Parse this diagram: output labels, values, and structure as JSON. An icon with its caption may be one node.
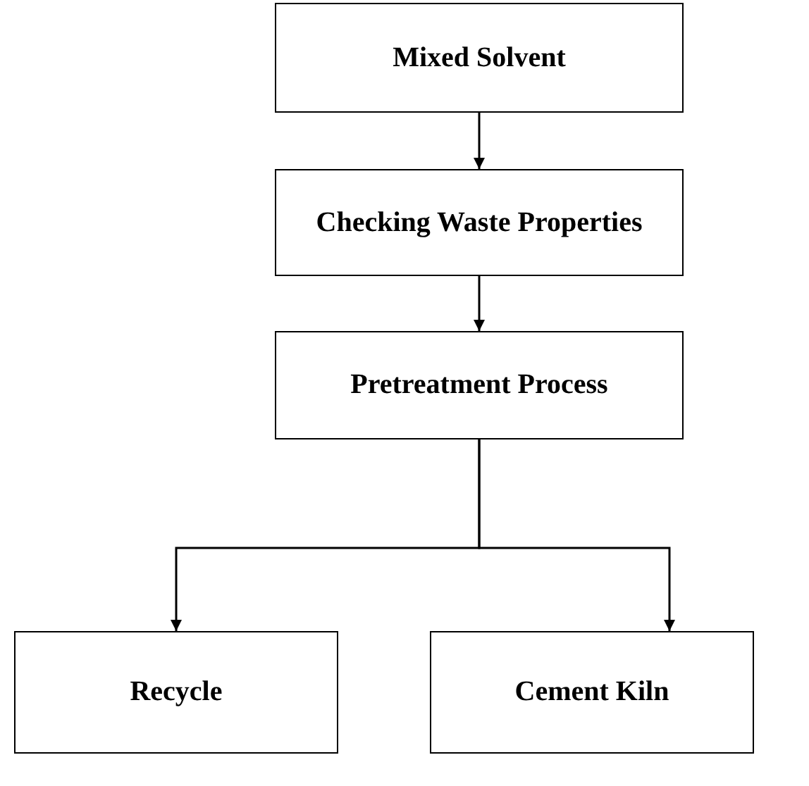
{
  "diagram": {
    "nodes": [
      {
        "text": [
          "Mixed Solvent"
        ]
      },
      {
        "text": [
          "Checking Waste Properties"
        ]
      },
      {
        "text": [
          "Pretreatment Process"
        ]
      },
      {
        "text": [
          "Recycle"
        ]
      },
      {
        "text": [
          "Cement Kiln"
        ]
      }
    ],
    "edges": [
      {
        "from": 0,
        "to": 1,
        "arrow": "to"
      },
      {
        "from": 1,
        "to": 2,
        "arrow": "to"
      },
      {
        "from": 2,
        "to": 3,
        "arrow": "to"
      },
      {
        "from": 2,
        "to": 4,
        "arrow": "to"
      }
    ]
  }
}
